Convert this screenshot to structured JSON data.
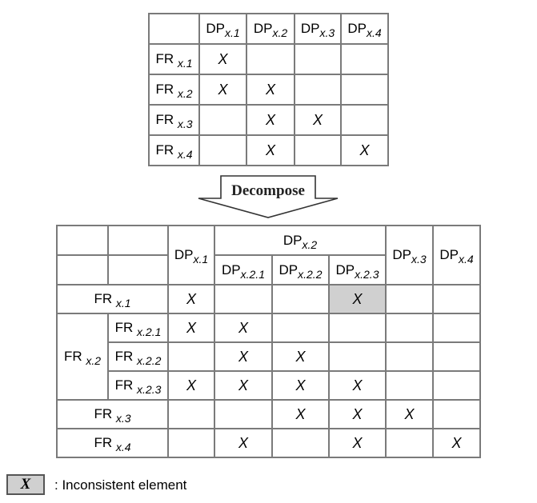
{
  "upper_matrix": {
    "columns": [
      {
        "main": "DP",
        "sub": "x.1"
      },
      {
        "main": "DP",
        "sub": "x.2"
      },
      {
        "main": "DP",
        "sub": "x.3"
      },
      {
        "main": "DP",
        "sub": "x.4"
      }
    ],
    "rows": [
      {
        "main": "FR",
        "sub": "x.1",
        "cells": [
          "X",
          "",
          "",
          ""
        ]
      },
      {
        "main": "FR",
        "sub": "x.2",
        "cells": [
          "X",
          "X",
          "",
          ""
        ]
      },
      {
        "main": "FR",
        "sub": "x.3",
        "cells": [
          "",
          "X",
          "X",
          ""
        ]
      },
      {
        "main": "FR",
        "sub": "x.4",
        "cells": [
          "",
          "X",
          "",
          "X"
        ]
      }
    ]
  },
  "arrow": {
    "label": "Decompose"
  },
  "lower_matrix": {
    "col_headers": {
      "dp1": {
        "main": "DP",
        "sub": "x.1"
      },
      "dp2": {
        "main": "DP",
        "sub": "x.2"
      },
      "dp21": {
        "main": "DP",
        "sub": "x.2.1"
      },
      "dp22": {
        "main": "DP",
        "sub": "x.2.2"
      },
      "dp23": {
        "main": "DP",
        "sub": "x.2.3"
      },
      "dp3": {
        "main": "DP",
        "sub": "x.3"
      },
      "dp4": {
        "main": "DP",
        "sub": "x.4"
      }
    },
    "row_headers": {
      "fr1": {
        "main": "FR",
        "sub": "x.1"
      },
      "fr2": {
        "main": "FR",
        "sub": "x.2"
      },
      "fr21": {
        "main": "FR",
        "sub": "x.2.1"
      },
      "fr22": {
        "main": "FR",
        "sub": "x.2.2"
      },
      "fr23": {
        "main": "FR",
        "sub": "x.2.3"
      },
      "fr3": {
        "main": "FR",
        "sub": "x.3"
      },
      "fr4": {
        "main": "FR",
        "sub": "x.4"
      }
    },
    "column_order": [
      "DP x.1",
      "DP x.2.1",
      "DP x.2.2",
      "DP x.2.3",
      "DP x.3",
      "DP x.4"
    ],
    "rows": [
      {
        "label": "FR x.1",
        "cells": [
          "X",
          "",
          "",
          "X",
          "",
          ""
        ],
        "highlight": [
          false,
          false,
          false,
          true,
          false,
          false
        ]
      },
      {
        "label": "FR x.2.1",
        "cells": [
          "X",
          "X",
          "",
          "",
          "",
          ""
        ]
      },
      {
        "label": "FR x.2.2",
        "cells": [
          "",
          "X",
          "X",
          "",
          "",
          ""
        ]
      },
      {
        "label": "FR x.2.3",
        "cells": [
          "X",
          "X",
          "X",
          "X",
          "",
          ""
        ]
      },
      {
        "label": "FR x.3",
        "cells": [
          "",
          "",
          "X",
          "X",
          "X",
          ""
        ]
      },
      {
        "label": "FR x.4",
        "cells": [
          "",
          "X",
          "",
          "X",
          "",
          "X"
        ]
      }
    ]
  },
  "legend": {
    "symbol": "X",
    "text": ": Inconsistent element",
    "highlight_color": "#d0d0d0"
  }
}
